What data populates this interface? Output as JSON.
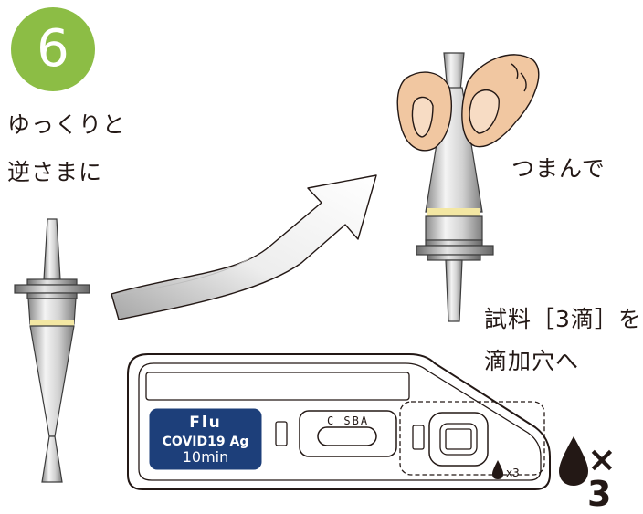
{
  "step": {
    "number": "6"
  },
  "instructions": {
    "left_line1": "ゆっくりと",
    "left_line2": "逆さまに",
    "pinch": "つまんで",
    "drop_line1": "試料［3滴］を",
    "drop_line2": "滴加穴へ"
  },
  "device": {
    "brand_line1": "Flu",
    "brand_line2": "COVID19 Ag",
    "brand_line3": "10min",
    "window_label": "C SBA",
    "small_drop_label": "x3"
  },
  "dosage": {
    "multiplier": "× 3"
  },
  "colors": {
    "badge_green": "#8cbd45",
    "brand_navy": "#1d3f7a",
    "band_yellow": "#f3e7a3",
    "skin": "#f1c7a1",
    "ink": "#231815"
  }
}
